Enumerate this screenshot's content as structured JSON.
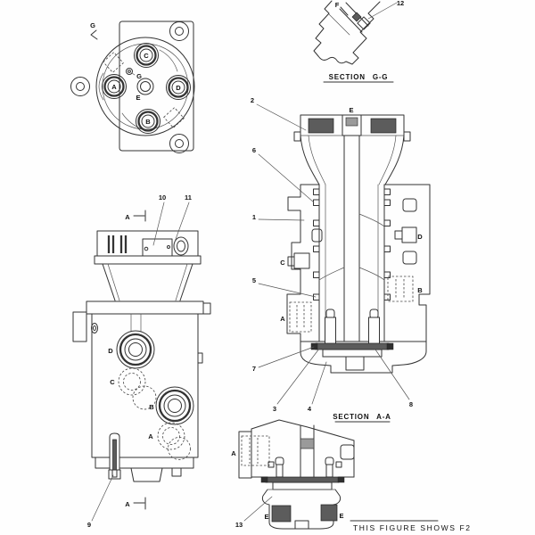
{
  "top_view": {
    "g_marker": "G",
    "g_orifice": "G",
    "port_a": "A",
    "port_b": "B",
    "port_c": "C",
    "port_d": "D",
    "port_e": "E"
  },
  "section_gg": {
    "title": "SECTION G-G",
    "label_f": "F",
    "callout_12": "12"
  },
  "side_view": {
    "marker_a_top": "A",
    "marker_a_bottom": "A",
    "callout_9": "9",
    "callout_10": "10",
    "callout_11": "11",
    "port_a": "A",
    "port_b": "B",
    "port_c": "C",
    "port_d": "D"
  },
  "section_aa": {
    "title": "SECTION A-A",
    "callout_1": "1",
    "callout_2": "2",
    "callout_3": "3",
    "callout_4": "4",
    "callout_5": "5",
    "callout_6": "6",
    "callout_7": "7",
    "callout_8": "8",
    "port_a": "A",
    "port_b": "B",
    "port_c": "C",
    "port_d": "D",
    "port_e": "E"
  },
  "bottom_view": {
    "callout_13": "13",
    "port_a": "A",
    "port_e_left": "E",
    "port_e_right": "E"
  },
  "footer": {
    "note": "THIS FIGURE SHOWS F2"
  }
}
